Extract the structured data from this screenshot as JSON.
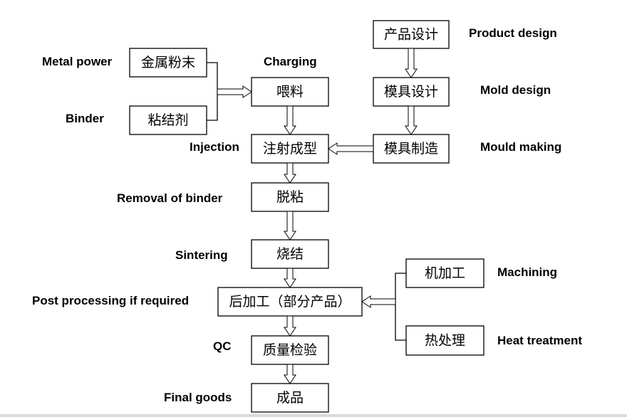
{
  "boxes": {
    "product_design": "产品设计",
    "metal_powder": "金属粉末",
    "charging": "喂料",
    "mold_design": "模具设计",
    "binder": "粘结剂",
    "injection": "注射成型",
    "mould_making": "模具制造",
    "debinding": "脱粘",
    "sintering": "烧结",
    "machining": "机加工",
    "post_processing": "后加工（部分产品）",
    "heat_treatment": "热处理",
    "qc": "质量检验",
    "final_goods": "成品"
  },
  "labels": {
    "metal_powder": "Metal power",
    "binder": "Binder",
    "charging": "Charging",
    "injection": "Injection",
    "debinding": "Removal of binder",
    "sintering": "Sintering",
    "post_processing": "Post processing if required",
    "qc": "QC",
    "final_goods": "Final goods",
    "product_design": "Product design",
    "mold_design": "Mold design",
    "mould_making": "Mould making",
    "machining": "Machining",
    "heat_treatment": "Heat treatment"
  }
}
